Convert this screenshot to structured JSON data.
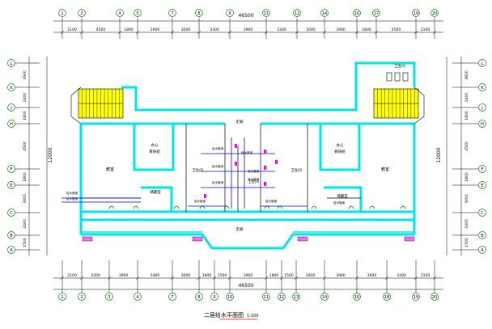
{
  "drawing": {
    "title": "二层给水平面图",
    "scale": "1:100",
    "total_dim_top": "46500",
    "total_dim_bottom": "46500",
    "grid_top": [
      "1",
      "2",
      "4",
      "5",
      "7",
      "8",
      "9",
      "11",
      "12",
      "14",
      "16",
      "17",
      "19",
      "20"
    ],
    "grid_bottom": [
      "1",
      "2",
      "3",
      "4",
      "7",
      "8",
      "9",
      "10",
      "11",
      "12",
      "13",
      "14",
      "16",
      "18",
      "19",
      "20"
    ],
    "grid_left": [
      "L",
      "K",
      "J",
      "H",
      "F",
      "E",
      "C",
      "B",
      "A"
    ],
    "grid_right": [
      "L",
      "K",
      "J",
      "H",
      "F",
      "E",
      "C",
      "B",
      "A"
    ],
    "dims_top": [
      "2100",
      "4500",
      "1800",
      "3900",
      "3000",
      "3300",
      "3900",
      "3300",
      "3000",
      "3900",
      "1800",
      "4500",
      "2100"
    ],
    "dims_bottom": [
      "2100",
      "3300",
      "3900",
      "3400",
      "3000",
      "1800",
      "1500",
      "3900",
      "1800",
      "1500",
      "3000",
      "3900",
      "3900",
      "3300",
      "2100"
    ],
    "dims_left": [
      "3900",
      "2400",
      "1800",
      "4500",
      "1800",
      "3000",
      "2400",
      "1500"
    ],
    "dims_left_total": "12000",
    "dims_right": [
      "3600",
      "2400",
      "1800",
      "4500",
      "1800",
      "3000",
      "2400",
      "1500"
    ],
    "dims_right_total": "12000",
    "rooms": {
      "west_big": "教室",
      "east_big": "教室",
      "west_office": "办公",
      "east_office": "办公",
      "west_office2_line1": "教研组",
      "west_office2_line2": "教研组",
      "center_left": "卫生间",
      "center_right": "卫生间",
      "corridor_top": "走廊",
      "corridor_bottom": "走廊",
      "storage": "储藏室",
      "ws_room": "卫生间",
      "small_east": "储藏室",
      "east_annex": "卫生间"
    },
    "pipe_labels": [
      "给水管道",
      "给水管道",
      "给水管道",
      "给水管道",
      "给水管道",
      "给水管道",
      "给水管道",
      "给水管道",
      "给水管道",
      "给水管道",
      "给水管道"
    ]
  }
}
